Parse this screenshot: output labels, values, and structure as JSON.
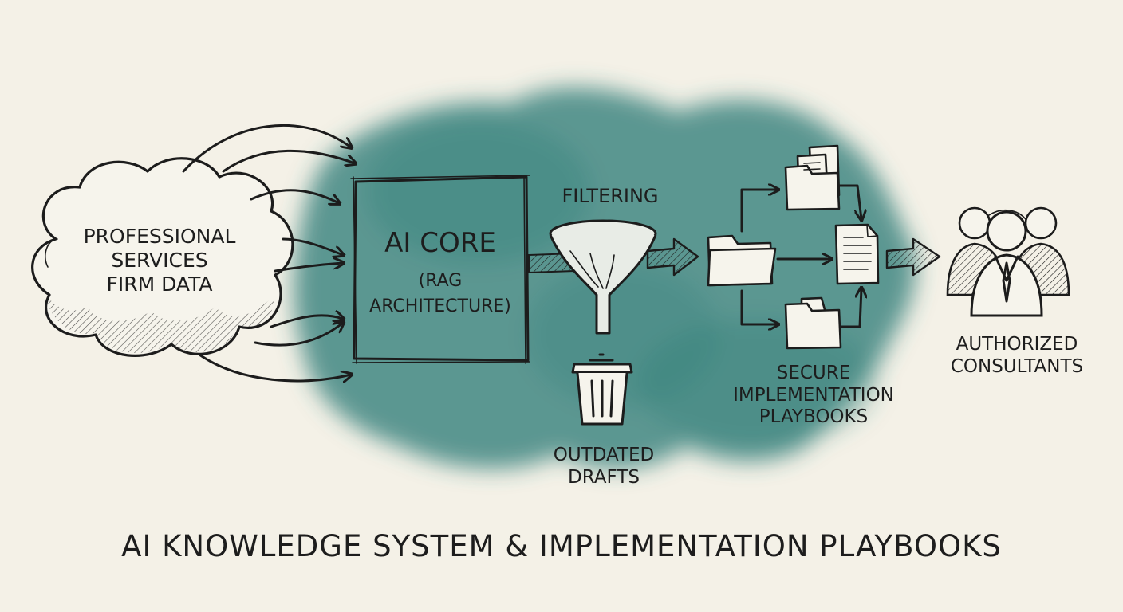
{
  "title": "AI KNOWLEDGE SYSTEM & IMPLEMENTATION PLAYBOOKS",
  "colors": {
    "background": "#f4f1e7",
    "wash": "#2f7d78",
    "ink": "#1c1c1c"
  },
  "nodes": {
    "source": {
      "lines": [
        "PROFESSIONAL",
        "SERVICES",
        "FIRM DATA"
      ]
    },
    "core": {
      "title": "AI CORE",
      "lines": [
        "(RAG",
        "ARCHITECTURE)"
      ]
    },
    "filter": {
      "label": "FILTERING"
    },
    "discard": {
      "lines": [
        "OUTDATED",
        "DRAFTS"
      ]
    },
    "playbooks": {
      "lines": [
        "SECURE",
        "IMPLEMENTATION",
        "PLAYBOOKS"
      ]
    },
    "consultants": {
      "lines": [
        "AUTHORIZED",
        "CONSULTANTS"
      ]
    }
  },
  "icons": [
    "cloud-icon",
    "funnel-icon",
    "trash-can-icon",
    "folder-icon",
    "document-icon",
    "people-icon"
  ]
}
